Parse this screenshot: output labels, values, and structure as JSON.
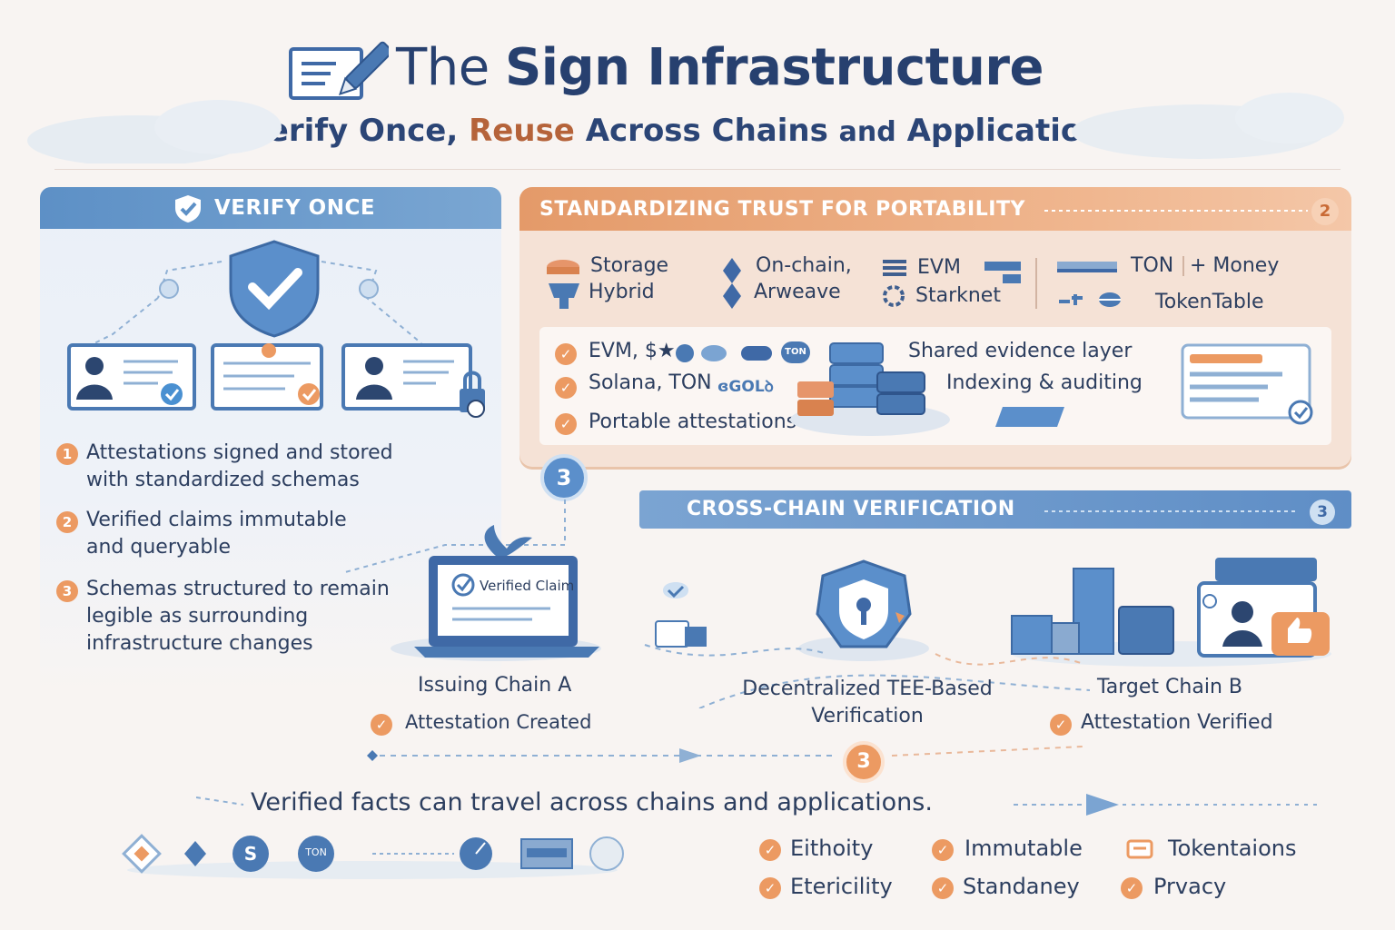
{
  "header": {
    "title_part1": "The ",
    "title_part2": "Sign Infrastructure",
    "subtitle_part1": "Verify Once, ",
    "subtitle_part2": "Reuse",
    "subtitle_part3": " Across Chains ",
    "subtitle_part4": "and",
    "subtitle_part5": " Applications"
  },
  "verify_once": {
    "title": "VERIFY ONCE",
    "bullets": [
      {
        "num": "1",
        "line1": "Attestations signed and stored",
        "line2": "with standardized schemas",
        "line3": ""
      },
      {
        "num": "2",
        "line1": "Verified claims immutable",
        "line2": "and queryable",
        "line3": ""
      },
      {
        "num": "3",
        "line1": "Schemas structured to remain",
        "line2": "legible as surrounding",
        "line3": "infrastructure changes"
      }
    ]
  },
  "portability": {
    "title": "STANDARDIZING TRUST FOR PORTABILITY",
    "badge": "2",
    "storage": [
      "Storage",
      "Hybrid"
    ],
    "onchain": [
      "On-chain,",
      "Arweave"
    ],
    "chains": [
      "EVM",
      "Starknet"
    ],
    "ton": "TON",
    "money": "+ Money",
    "tokentable": "TokenTable",
    "checks": [
      "EVM, $★",
      "Solana, TON",
      "Portable attestations"
    ],
    "ton_badge": "TON",
    "glyph_text": "ɞGOLꝺ",
    "evidence": [
      "Shared evidence layer",
      "Indexing & auditing"
    ]
  },
  "cross_chain": {
    "title": "CROSS-CHAIN VERIFICATION",
    "badge": "3",
    "step_badge": "3",
    "mid_badge": "3",
    "verified_claim": "Verified Claim",
    "issuing": "Issuing Chain A",
    "issuing_status": "Attestation Created",
    "tee_line1": "Decentralized TEE-Based",
    "tee_line2": "Verification",
    "target": "Target Chain B",
    "target_status": "Attestation Verified"
  },
  "bottom": {
    "tagline": "Verified facts can travel across chains and applications.",
    "ton_badge": "TON",
    "features": [
      "Eithoity",
      "Immutable",
      "Tokentaions",
      "Etericility",
      "Standaney",
      "Prvacy"
    ]
  },
  "colors": {
    "navy": "#27406f",
    "blue": "#4a79b3",
    "orange": "#ec9a62",
    "accent_text": "#b5633a"
  }
}
